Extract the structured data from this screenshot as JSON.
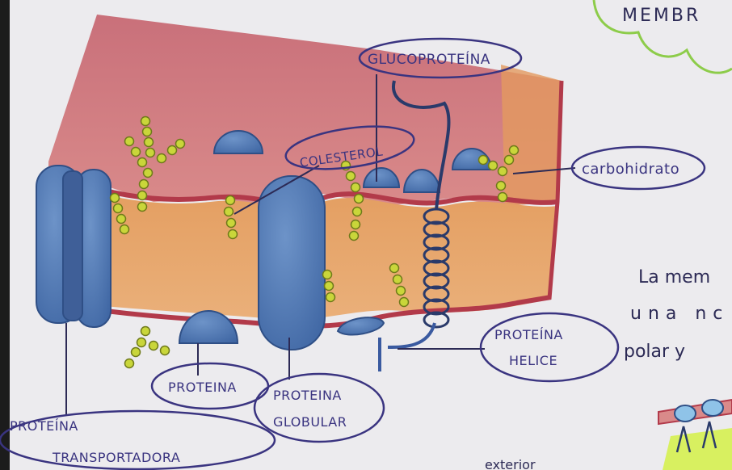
{
  "title": "MEMBR",
  "labels": {
    "glucoproteina": "GLUCOPROTEÍNA",
    "colesterol": "COLESTEROL",
    "carbohidrato": "carbohidrato",
    "proteina_helice_1": "PROTEÍNA",
    "proteina_helice_2": "HELICE",
    "proteina": "PROTEINA",
    "proteina_globular_1": "PROTEINA",
    "proteina_globular_2": "GLOBULAR",
    "proteina_transportadora_1": "PROTEÍNA",
    "proteina_transportadora_2": "TRANSPORTADORA"
  },
  "side_text": {
    "line1": "La mem",
    "line2": "una nc",
    "line3": "polar y"
  },
  "bottom_text": "exterior",
  "colors": {
    "paper": "#ecebee",
    "outer_layer": "#d98a8a",
    "inner_layer": "#e6a468",
    "membrane_line": "#b23a4a",
    "protein": "#4f77b2",
    "carbohydrate": "#c9d63a",
    "label_ink": "#3a3480",
    "cloud": "#8dcc4a"
  }
}
